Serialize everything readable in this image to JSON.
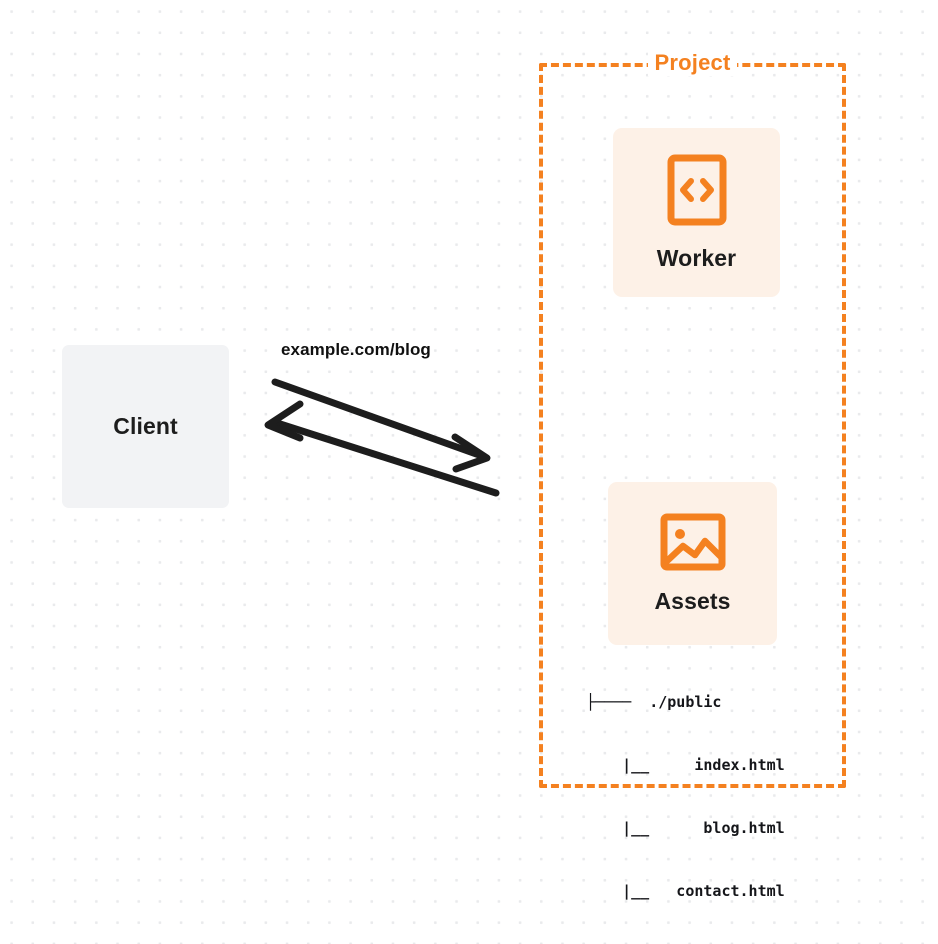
{
  "diagram": {
    "title": "Worker with static assets request flow",
    "background": {
      "color": "#ffffff",
      "dot_color": "#e9eaec"
    },
    "client": {
      "label": "Client",
      "fill": "#f2f3f5"
    },
    "connection": {
      "label": "example.com/blog",
      "request_direction": "client-to-project",
      "response_direction": "project-to-client",
      "stroke": "#1d1d1d"
    },
    "project": {
      "label": "Project",
      "border_color": "#f48120",
      "border_style": "dashed",
      "nodes": [
        {
          "id": "worker",
          "label": "Worker",
          "icon": "code-brackets-icon",
          "fill": "#fdf1e7",
          "icon_color": "#f48120"
        },
        {
          "id": "assets",
          "label": "Assets",
          "icon": "image-icon",
          "fill": "#fdf1e7",
          "icon_color": "#f48120"
        }
      ],
      "file_tree": [
        "├────  ./public",
        "    |__     index.html",
        "    |__      blog.html",
        "    |__   contact.html"
      ]
    }
  }
}
